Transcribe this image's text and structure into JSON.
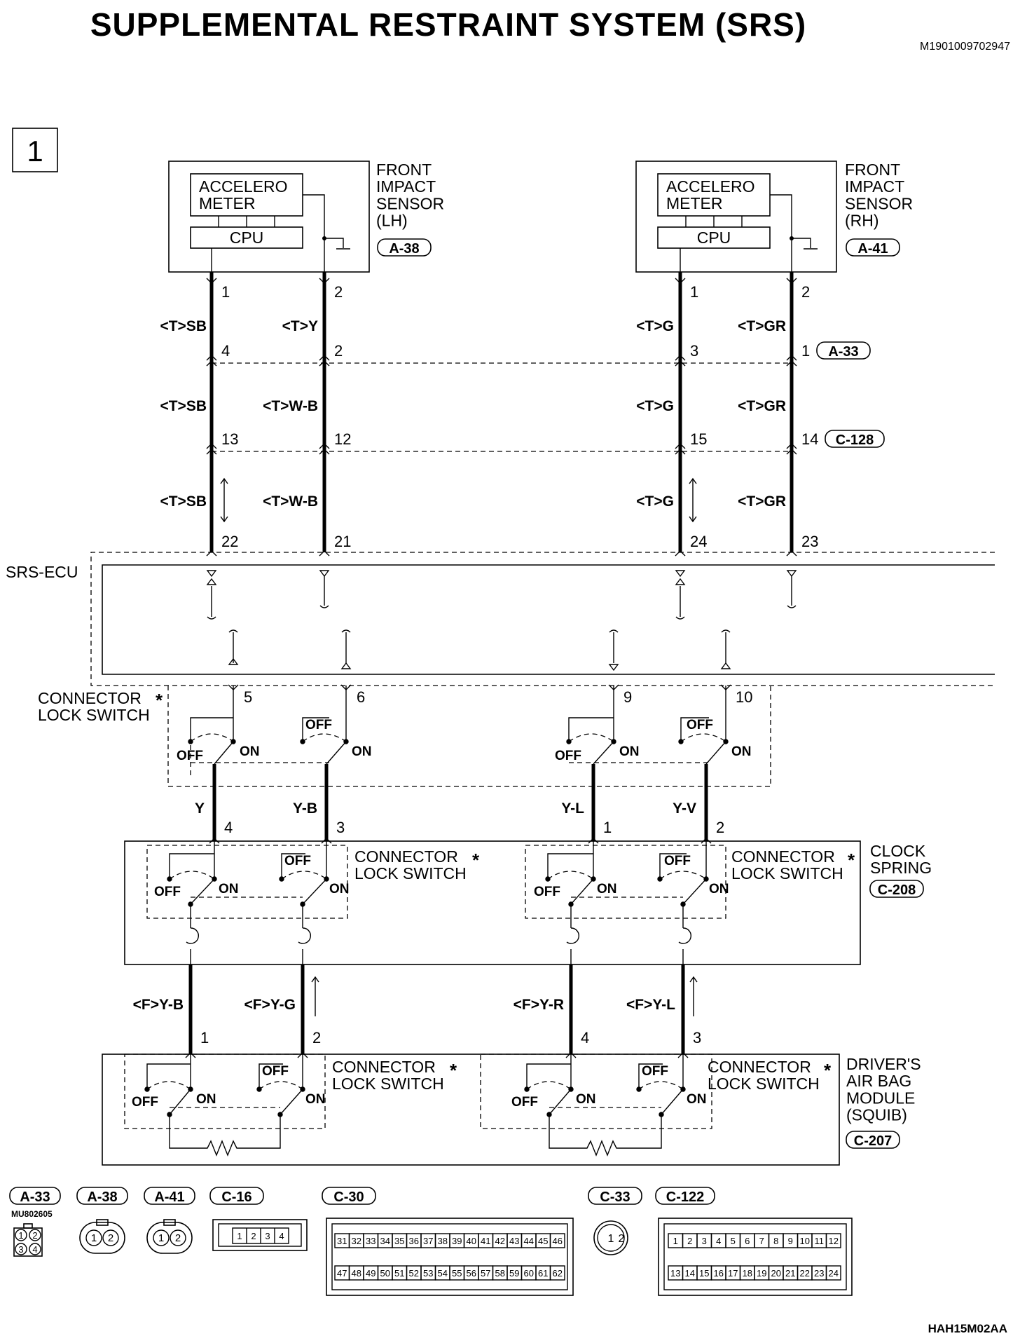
{
  "title": "SUPPLEMENTAL RESTRAINT SYSTEM (SRS)",
  "doc_id": "M1901009702947",
  "figure_id": "HAH15M02AA",
  "section_number": "1",
  "sensors": {
    "lh": {
      "accel_label": "ACCELERO\nMETER",
      "cpu_label": "CPU",
      "name": "FRONT\nIMPACT\nSENSOR\n(LH)",
      "connector": "A-38",
      "pins": [
        "1",
        "2"
      ]
    },
    "rh": {
      "accel_label": "ACCELERO\nMETER",
      "cpu_label": "CPU",
      "name": "FRONT\nIMPACT\nSENSOR\n(RH)",
      "connector": "A-41",
      "pins": [
        "1",
        "2"
      ]
    }
  },
  "upper_wires": [
    {
      "row": 1,
      "colors": [
        "<T>SB",
        "<T>Y",
        "<T>G",
        "<T>GR"
      ]
    },
    {
      "row": 2,
      "colors": [
        "<T>SB",
        "<T>W-B",
        "<T>G",
        "<T>GR"
      ]
    },
    {
      "row": 3,
      "colors": [
        "<T>SB",
        "<T>W-B",
        "<T>G",
        "<T>GR"
      ]
    }
  ],
  "junctions": [
    {
      "connector": "A-33",
      "pins": [
        "4",
        "2",
        "3",
        "1"
      ]
    },
    {
      "connector": "C-128",
      "pins": [
        "13",
        "12",
        "15",
        "14"
      ]
    }
  ],
  "ecu": {
    "label": "SRS-ECU",
    "top_pins": [
      "22",
      "21",
      "24",
      "23"
    ],
    "bottom_pins": [
      "5",
      "6",
      "9",
      "10"
    ]
  },
  "connector_lock_switch_label": "CONNECTOR\nLOCK SWITCH",
  "asterisk": "*",
  "switch_off": "OFF",
  "switch_on": "ON",
  "mid_wires": {
    "colors": [
      "Y",
      "Y-B",
      "Y-L",
      "Y-V"
    ],
    "pins": [
      "4",
      "3",
      "1",
      "2"
    ]
  },
  "clock_spring": {
    "label": "CLOCK\nSPRING",
    "connector": "C-208"
  },
  "lower_wires": {
    "colors": [
      "<F>Y-B",
      "<F>Y-G",
      "<F>Y-R",
      "<F>Y-L"
    ],
    "pins": [
      "1",
      "2",
      "4",
      "3"
    ]
  },
  "airbag": {
    "label": "DRIVER'S\nAIR BAG\nMODULE\n(SQUIB)",
    "connector": "C-207"
  },
  "connector_views": [
    {
      "id": "A-33",
      "part_no": "MU802605",
      "cells": [
        "1",
        "2",
        "3",
        "4"
      ]
    },
    {
      "id": "A-38",
      "cells": [
        "1",
        "2"
      ]
    },
    {
      "id": "A-41",
      "cells": [
        "1",
        "2"
      ]
    },
    {
      "id": "C-16",
      "cells": [
        "1",
        "2",
        "3",
        "4"
      ]
    },
    {
      "id": "C-30",
      "row1": [
        "31",
        "32",
        "33",
        "34",
        "35",
        "36",
        "37",
        "38",
        "39",
        "40",
        "41",
        "42",
        "43",
        "44",
        "45",
        "46"
      ],
      "row2": [
        "47",
        "48",
        "49",
        "50",
        "51",
        "52",
        "53",
        "54",
        "55",
        "56",
        "57",
        "58",
        "59",
        "60",
        "61",
        "62"
      ]
    },
    {
      "id": "C-33",
      "cells": [
        "1",
        "2"
      ]
    },
    {
      "id": "C-122",
      "row1": [
        "1",
        "2",
        "3",
        "4",
        "5",
        "6",
        "7",
        "8",
        "9",
        "10",
        "11",
        "12"
      ],
      "row2": [
        "13",
        "14",
        "15",
        "16",
        "17",
        "18",
        "19",
        "20",
        "21",
        "22",
        "23",
        "24"
      ]
    }
  ]
}
